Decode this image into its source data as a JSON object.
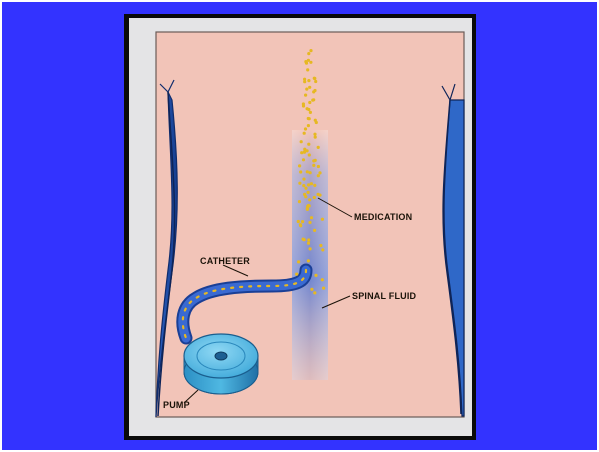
{
  "labels": {
    "medication": "MEDICATION",
    "spinal_fluid": "SPINAL FLUID",
    "catheter": "CATHETER",
    "pump": "PUMP"
  },
  "colors": {
    "background": "#3333ff",
    "slide_frame": "#0a0a0a",
    "slide_mount": "#e4e4e6",
    "skin": "#f2c4b8",
    "body_outline": "#1e4fa8",
    "spinal_fluid": "#5a7fd8",
    "medication_dots": "#e6b822",
    "catheter_tube": "#2c5bc6",
    "pump": "#4fb8e2"
  }
}
